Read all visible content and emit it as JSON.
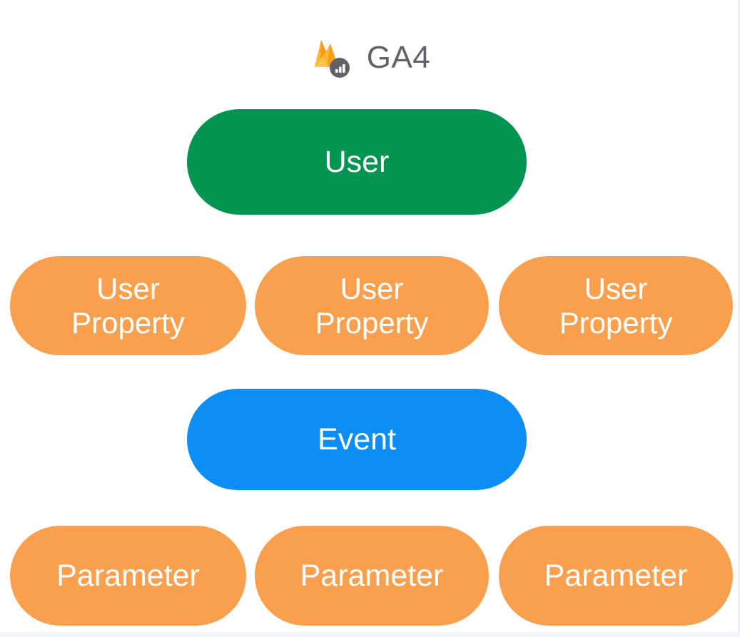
{
  "header": {
    "logo_icon": "firebase-ga4-flame-icon",
    "title": "GA4"
  },
  "colors": {
    "background": "#ffffff",
    "user_green": "#029552",
    "event_blue": "#0d8ef5",
    "property_orange": "#f9a04e",
    "title_gray": "#5f6368",
    "pill_text": "#ffffff",
    "edge_line": "#e9eef7"
  },
  "diagram": {
    "type": "hierarchy",
    "rows": [
      {
        "id": "user-row",
        "kind": "single",
        "nodes": [
          {
            "label": "User",
            "color": "green"
          }
        ]
      },
      {
        "id": "user-property-row",
        "kind": "triple",
        "nodes": [
          {
            "line1": "User",
            "line2": "Property",
            "color": "orange"
          },
          {
            "line1": "User",
            "line2": "Property",
            "color": "orange"
          },
          {
            "line1": "User",
            "line2": "Property",
            "color": "orange"
          }
        ]
      },
      {
        "id": "event-row",
        "kind": "single",
        "nodes": [
          {
            "label": "Event",
            "color": "blue"
          }
        ]
      },
      {
        "id": "parameter-row",
        "kind": "triple",
        "nodes": [
          {
            "label": "Parameter",
            "color": "orange"
          },
          {
            "label": "Parameter",
            "color": "orange"
          },
          {
            "label": "Parameter",
            "color": "orange"
          }
        ]
      }
    ]
  }
}
